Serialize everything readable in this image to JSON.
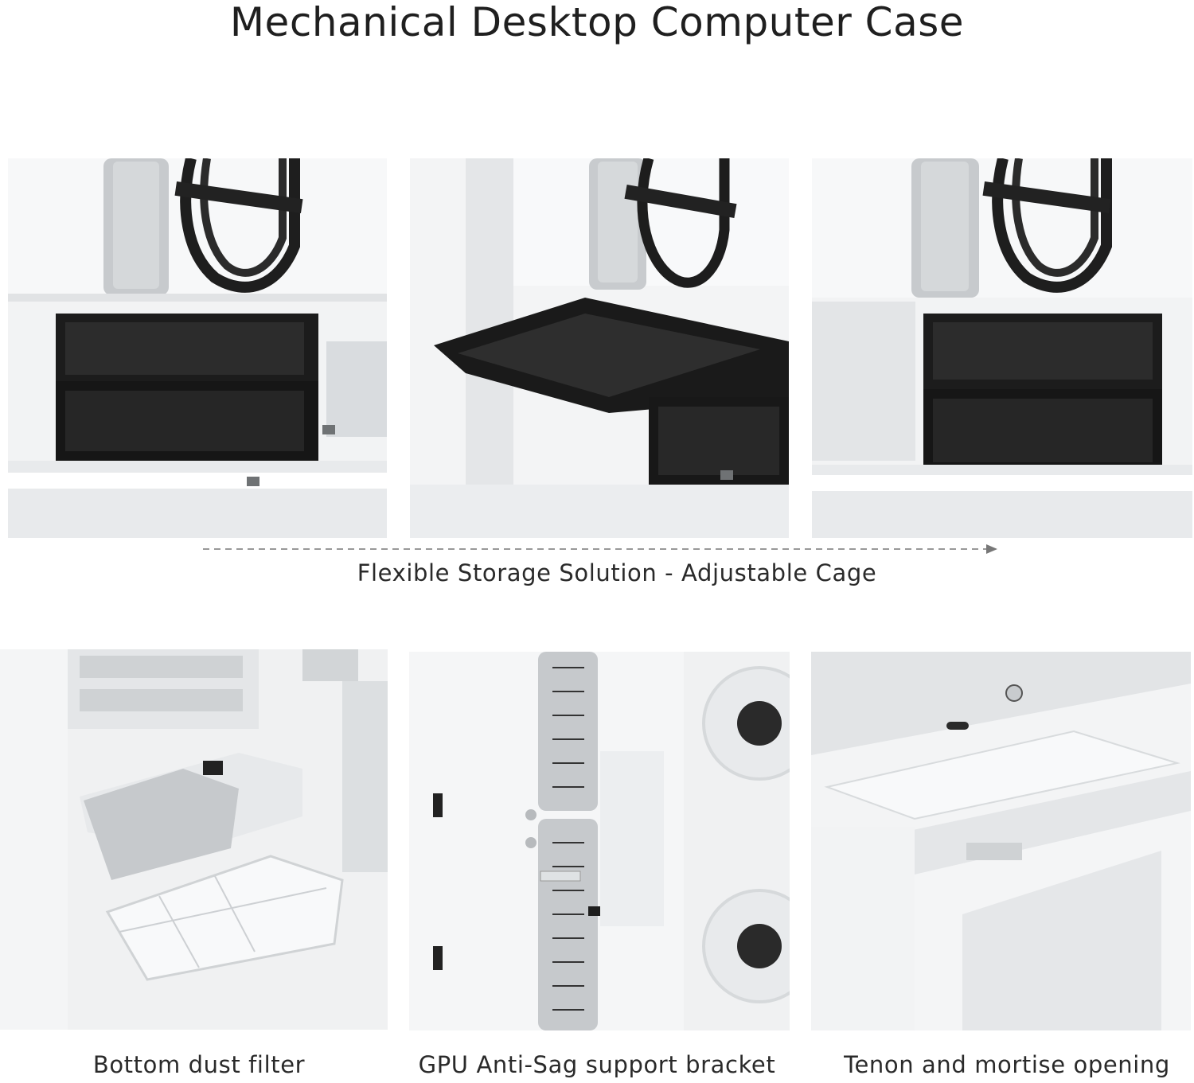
{
  "page": {
    "title": "Mechanical Desktop Computer Case",
    "storage_caption": "Flexible Storage Solution - Adjustable Cage",
    "feature_captions": [
      "Bottom dust filter",
      "GPU Anti-Sag support bracket",
      "Tenon and mortise opening"
    ]
  },
  "colors": {
    "background": "#ffffff",
    "case_white": "#f4f5f6",
    "cage_black": "#1b1b1b",
    "gray_panel": "#c9cccf",
    "arrow": "#777777"
  }
}
